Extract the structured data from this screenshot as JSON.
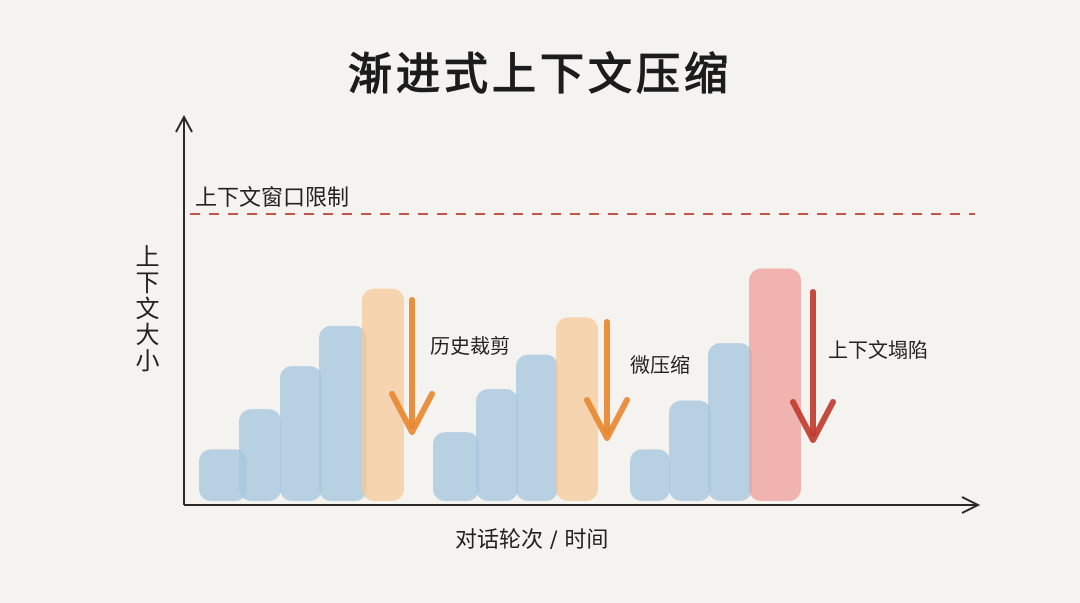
{
  "chart_data": {
    "type": "bar",
    "title": "渐进式上下文压缩",
    "xlabel": "对话轮次 / 时间",
    "ylabel": "上下文大小",
    "ylim": [
      0,
      100
    ],
    "grid": false,
    "limit_line": {
      "label": "上下文窗口限制",
      "value": 100,
      "color": "#c0392b"
    },
    "series": [
      {
        "values": [
          18,
          32,
          47,
          61,
          74,
          24,
          39,
          51,
          64,
          18,
          35,
          55,
          81
        ],
        "kinds": [
          "normal",
          "normal",
          "normal",
          "normal",
          "compress-1",
          "normal",
          "normal",
          "normal",
          "compress-2",
          "normal",
          "normal",
          "normal",
          "compress-3"
        ]
      }
    ],
    "colors": {
      "normal": "#a9c8de",
      "compress-1": "#f6c99a",
      "compress-2": "#f6c99a",
      "compress-3": "#ef9e9b",
      "arrow_orange": "#e8862e",
      "arrow_red": "#c0392b"
    },
    "annotations": [
      {
        "label": "历史裁剪",
        "bar_index": 4,
        "color": "#e8862e"
      },
      {
        "label": "微压缩",
        "bar_index": 8,
        "color": "#e8862e"
      },
      {
        "label": "上下文塌陷",
        "bar_index": 12,
        "color": "#c0392b"
      }
    ]
  }
}
